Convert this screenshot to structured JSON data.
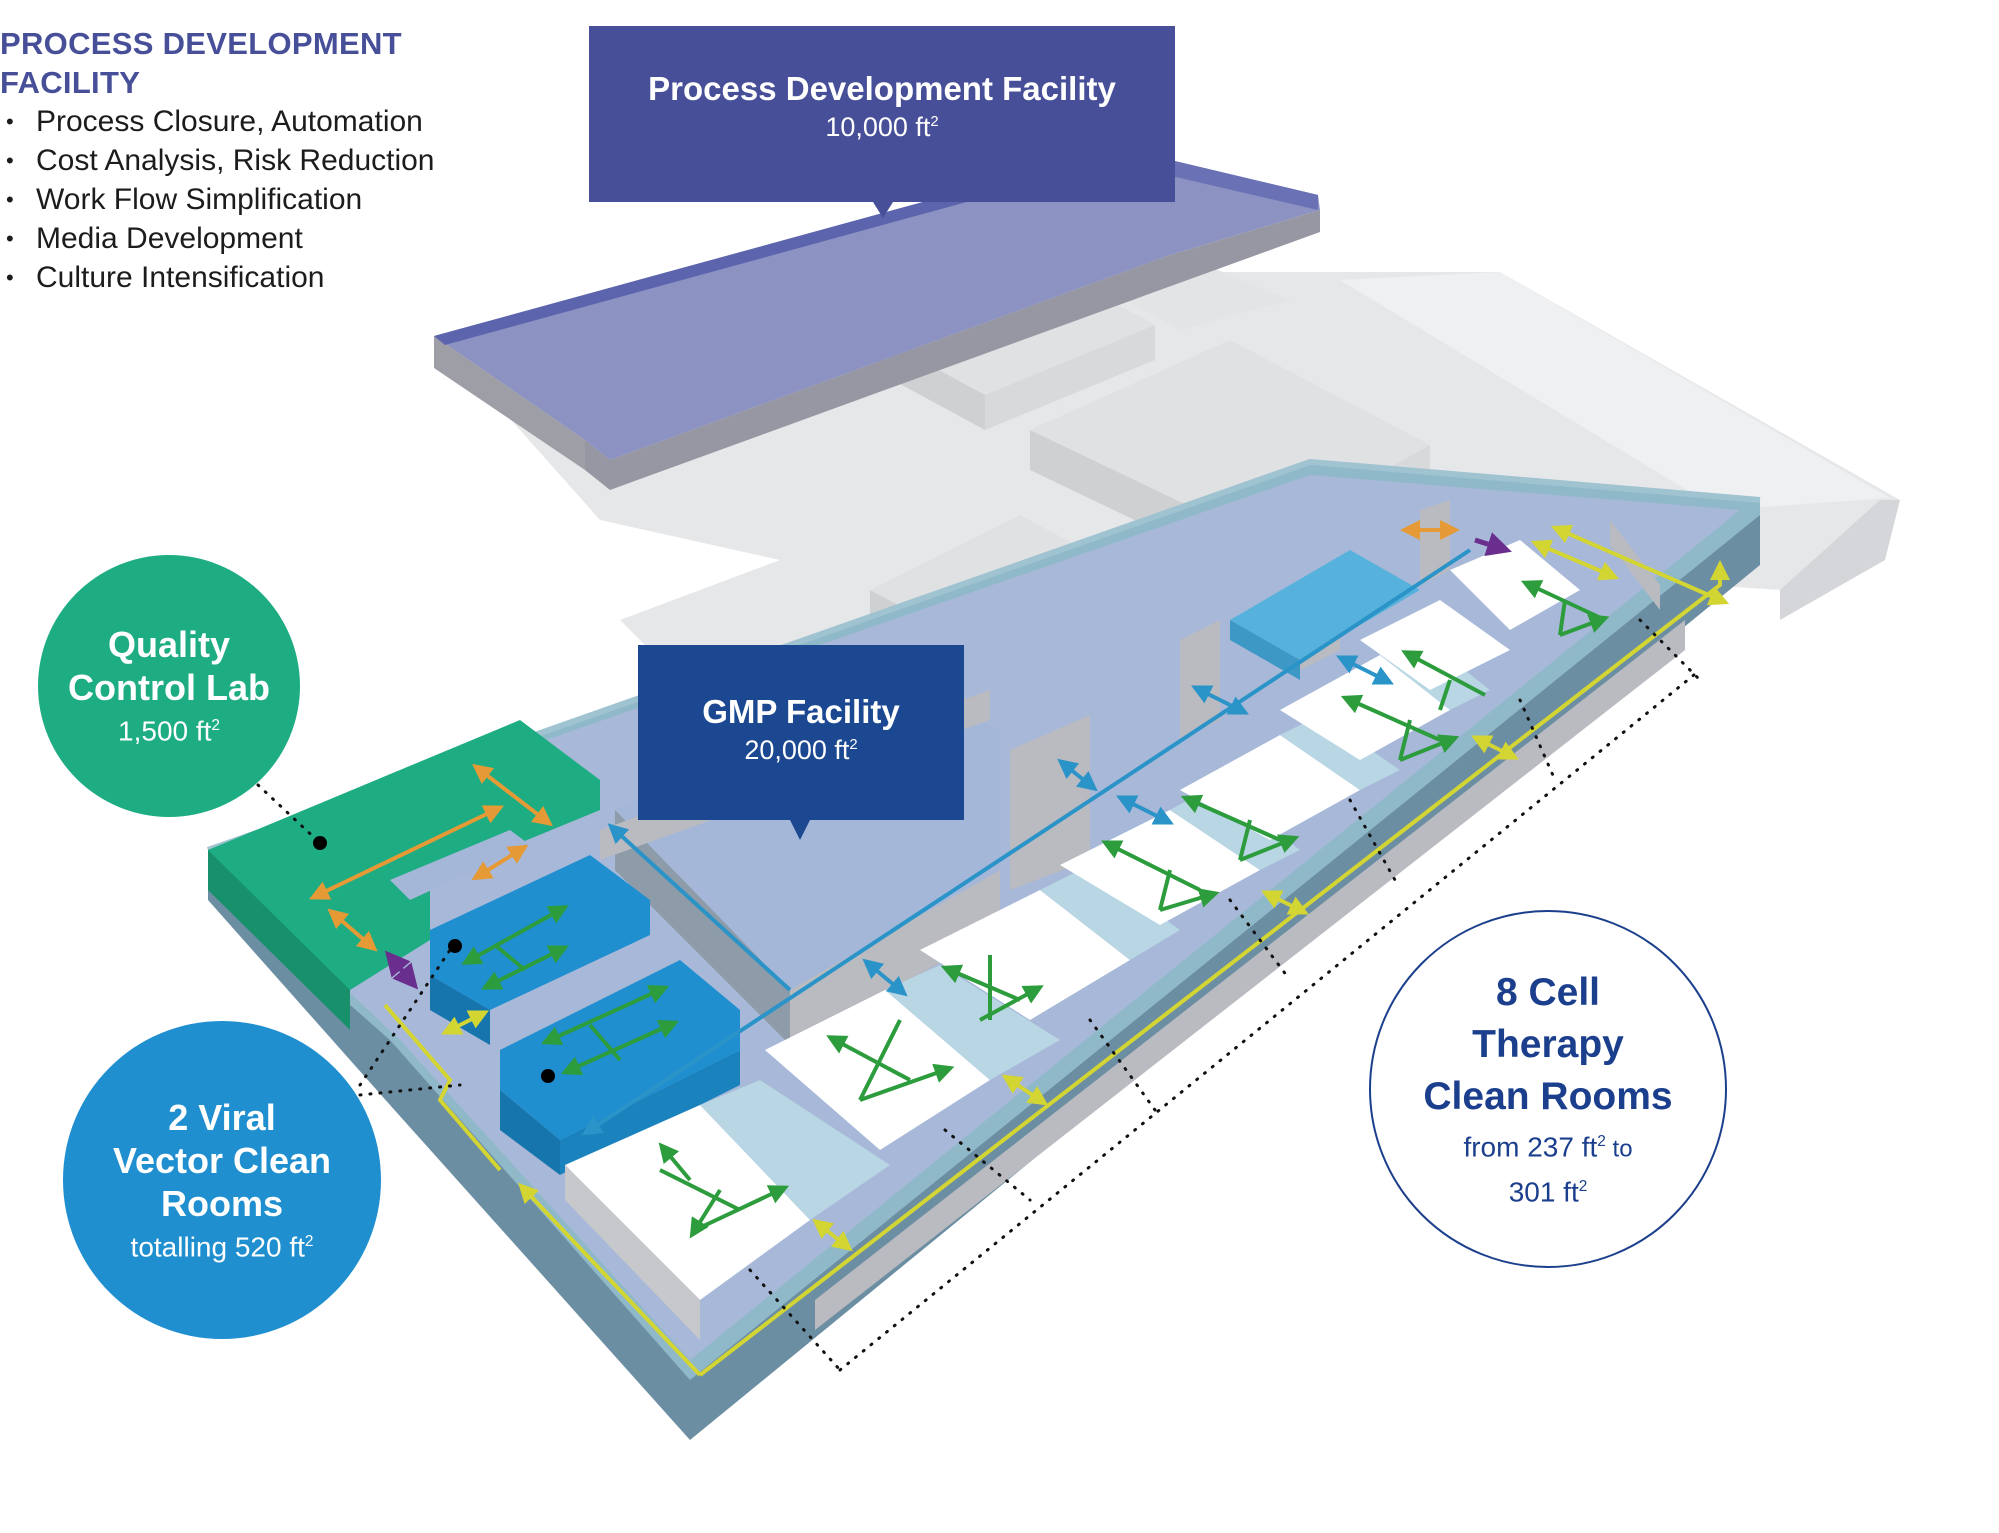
{
  "info_panel": {
    "title": "PROCESS DEVELOPMENT FACILITY",
    "items": [
      "Process Closure, Automation",
      "Cost Analysis, Risk Reduction",
      "Work Flow Simplification",
      "Media Development",
      "Culture Intensification"
    ]
  },
  "callouts": {
    "process_development": {
      "title": "Process Development Facility",
      "area": "10,000 ft",
      "unit_sup": "2"
    },
    "gmp": {
      "title": "GMP Facility",
      "area": "20,000 ft",
      "unit_sup": "2"
    }
  },
  "circles": {
    "quality_control": {
      "title": "Quality\nControl Lab",
      "area": "1,500 ft",
      "unit_sup": "2"
    },
    "viral_vector": {
      "title": "2 Viral\nVector Clean\nRooms",
      "area": "totalling 520 ft",
      "unit_sup": "2"
    },
    "cell_therapy": {
      "title": "8 Cell\nTherapy\nClean Rooms",
      "area_a": "from 237 ft",
      "area_a_sup": "2",
      "area_a_tail": " to",
      "area_b": "301 ft",
      "area_b_sup": "2"
    }
  },
  "colors": {
    "process_dev_purple": "#474f98",
    "gmp_navy": "#1b4891",
    "qc_green": "#1ead82",
    "viral_blue": "#1f8fd0",
    "cell_therapy_text": "#1b3f8c",
    "personnel_flow_green": "#2c9c3c",
    "material_flow_yellow": "#d3d533",
    "qc_flow_orange": "#e59a35",
    "corridor_flow_blue": "#2a93c8",
    "transfer_purple": "#6a2e8e",
    "floor_slab": "#a8b9d8",
    "wall_teal": "#7eb6c8"
  }
}
